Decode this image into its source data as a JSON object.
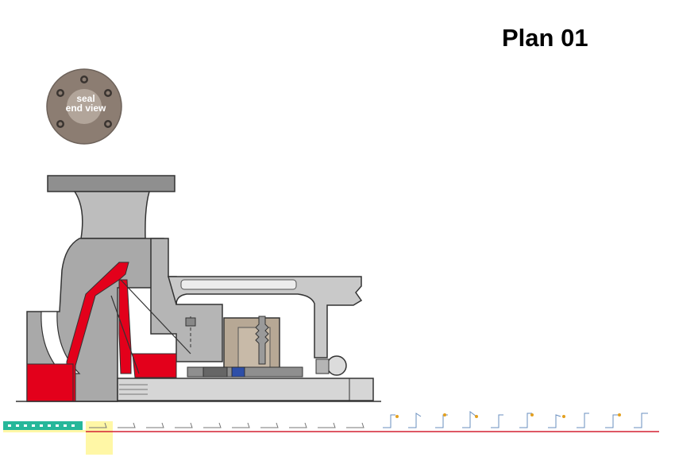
{
  "title": "Plan 01",
  "end_view": {
    "line1": "seal",
    "line2": "end view"
  },
  "colors": {
    "casing_gray": "#a9a9a9",
    "highlight_red": "#e3001b",
    "seal_body": "#b7a895",
    "end_view_disk": "#8c7d72",
    "nav_green": "#26b79a",
    "nav_yellow": "#fff7a6",
    "nav_red_line": "#d32032"
  }
}
